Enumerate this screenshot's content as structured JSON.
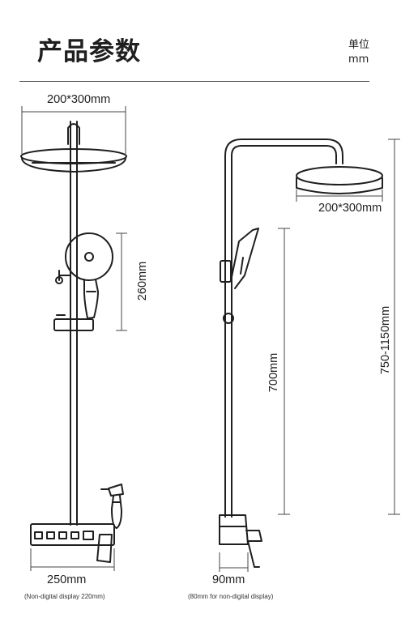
{
  "header": {
    "title": "产品参数",
    "unit_label": "单位",
    "unit_value": "mm"
  },
  "front_view": {
    "head_width": "200*300mm",
    "hand_shower_height": "260mm",
    "panel_width": "250mm",
    "panel_note": "(Non-digital display 220mm)"
  },
  "side_view": {
    "head_width": "200*300mm",
    "slide_height": "700mm",
    "total_height": "750-1150mm",
    "depth": "90mm",
    "depth_note": "(80mm for non-digital display)"
  },
  "colors": {
    "line": "#1f1f1f",
    "dimension": "#444444"
  }
}
